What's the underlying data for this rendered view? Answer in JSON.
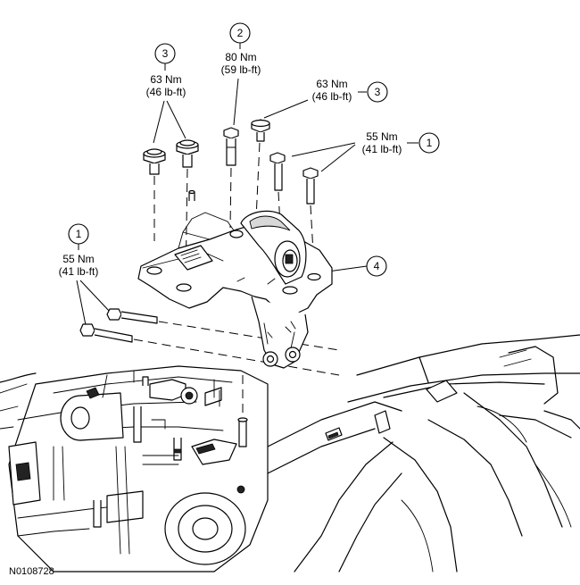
{
  "figure_id": "N0108728",
  "callouts": [
    {
      "number": "1",
      "torque_nm": "55 Nm",
      "torque_lbft": "(41 lb-ft)"
    },
    {
      "number": "2",
      "torque_nm": "80 Nm",
      "torque_lbft": "(59 lb-ft)"
    },
    {
      "number": "3",
      "torque_nm": "63 Nm",
      "torque_lbft": "(46 lb-ft)"
    },
    {
      "number": "3",
      "torque_nm": "63 Nm",
      "torque_lbft": "(46 lb-ft)"
    },
    {
      "number": "1",
      "torque_nm": "55 Nm",
      "torque_lbft": "(41 lb-ft)"
    },
    {
      "number": "4"
    }
  ]
}
